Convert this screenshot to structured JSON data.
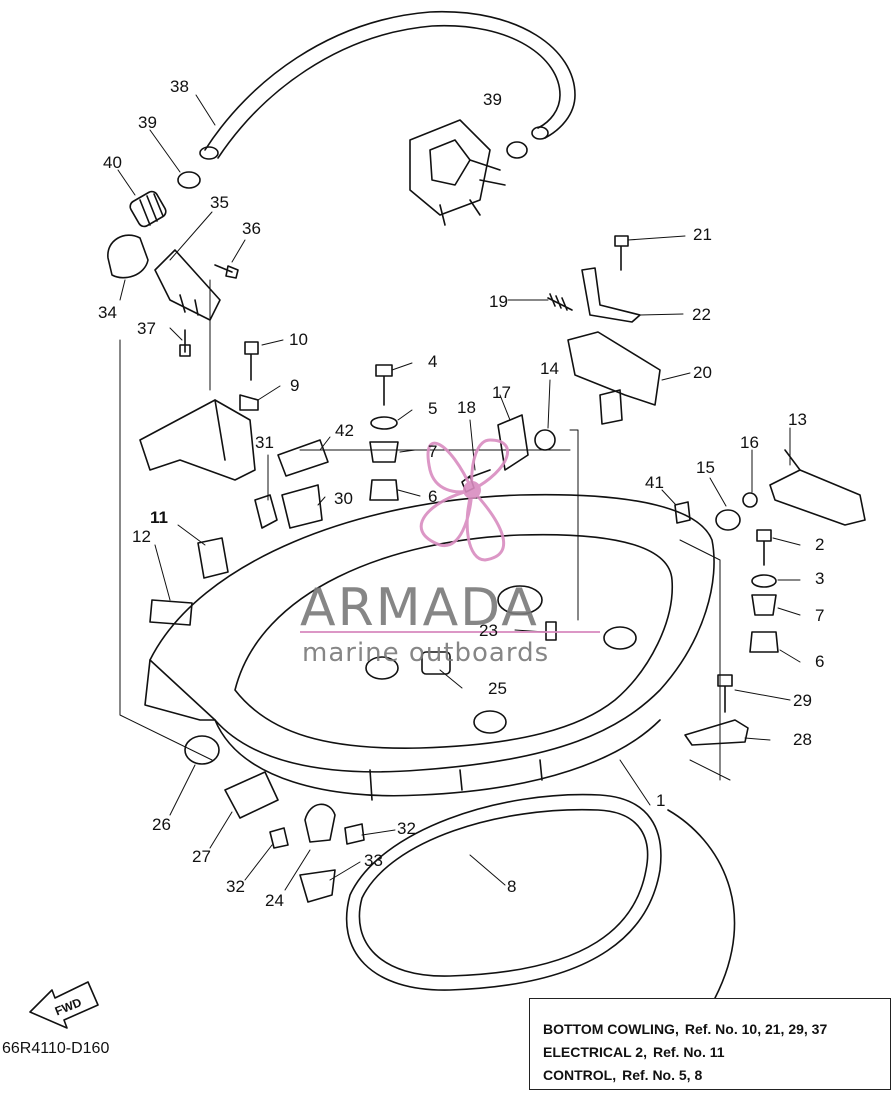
{
  "diagram": {
    "code": "66R4110-D160",
    "legend": [
      {
        "group": "BOTTOM COWLING,",
        "refs": "Ref. No. 10, 21, 29, 37"
      },
      {
        "group": "ELECTRICAL 2,",
        "refs": "Ref. No. 11"
      },
      {
        "group": "CONTROL,",
        "refs": "Ref. No. 5, 8"
      }
    ],
    "fwd_label": "FWD",
    "watermark": {
      "brand": "ARMADA",
      "tagline": "marine outboards",
      "color": "#d98cc0"
    },
    "callouts": [
      {
        "id": "c38",
        "text": "38"
      },
      {
        "id": "c39a",
        "text": "39"
      },
      {
        "id": "c39b",
        "text": "39"
      },
      {
        "id": "c40",
        "text": "40"
      },
      {
        "id": "c35",
        "text": "35"
      },
      {
        "id": "c36",
        "text": "36"
      },
      {
        "id": "c34",
        "text": "34"
      },
      {
        "id": "c37",
        "text": "37"
      },
      {
        "id": "c10",
        "text": "10"
      },
      {
        "id": "c9",
        "text": "9"
      },
      {
        "id": "c4",
        "text": "4"
      },
      {
        "id": "c5",
        "text": "5"
      },
      {
        "id": "c7a",
        "text": "7"
      },
      {
        "id": "c6a",
        "text": "6"
      },
      {
        "id": "c42",
        "text": "42"
      },
      {
        "id": "c31",
        "text": "31"
      },
      {
        "id": "c30",
        "text": "30"
      },
      {
        "id": "c18",
        "text": "18"
      },
      {
        "id": "c17",
        "text": "17"
      },
      {
        "id": "c14",
        "text": "14"
      },
      {
        "id": "c19",
        "text": "19"
      },
      {
        "id": "c21",
        "text": "21"
      },
      {
        "id": "c22",
        "text": "22"
      },
      {
        "id": "c20",
        "text": "20"
      },
      {
        "id": "c13",
        "text": "13"
      },
      {
        "id": "c16",
        "text": "16"
      },
      {
        "id": "c15",
        "text": "15"
      },
      {
        "id": "c41",
        "text": "41"
      },
      {
        "id": "c2",
        "text": "2"
      },
      {
        "id": "c3",
        "text": "3"
      },
      {
        "id": "c7b",
        "text": "7"
      },
      {
        "id": "c6b",
        "text": "6"
      },
      {
        "id": "c11",
        "text": "11"
      },
      {
        "id": "c12",
        "text": "12"
      },
      {
        "id": "c23",
        "text": "23"
      },
      {
        "id": "c25",
        "text": "25"
      },
      {
        "id": "c29",
        "text": "29"
      },
      {
        "id": "c28",
        "text": "28"
      },
      {
        "id": "c1",
        "text": "1"
      },
      {
        "id": "c26",
        "text": "26"
      },
      {
        "id": "c27",
        "text": "27"
      },
      {
        "id": "c32a",
        "text": "32"
      },
      {
        "id": "c32b",
        "text": "32"
      },
      {
        "id": "c33",
        "text": "33"
      },
      {
        "id": "c24",
        "text": "24"
      },
      {
        "id": "c8",
        "text": "8"
      }
    ]
  }
}
